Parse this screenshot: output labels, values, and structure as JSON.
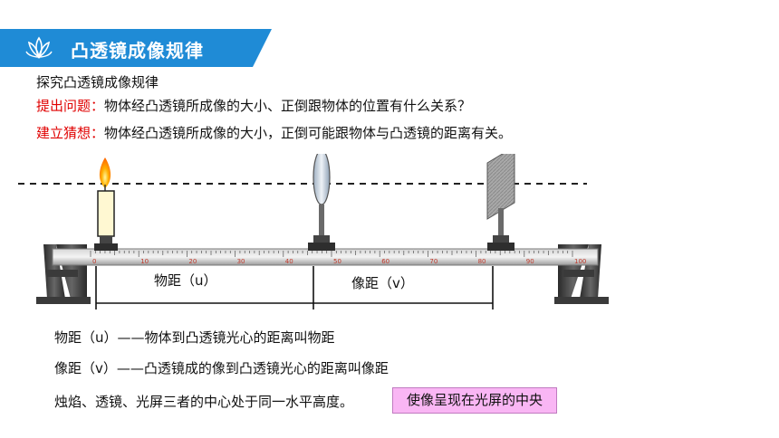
{
  "header": {
    "title": "凸透镜成像规律"
  },
  "intro": "探究凸透镜成像规律",
  "question": {
    "label": "提出问题：",
    "text": "物体经凸透镜所成像的大小、正倒跟物体的位置有什么关系？"
  },
  "hypothesis": {
    "label": "建立猜想：",
    "text": "物体经凸透镜所成像的大小，正倒可能跟物体与凸透镜的距离有关。"
  },
  "diagram": {
    "ruler_ticks": [
      "0",
      "10",
      "20",
      "30",
      "40",
      "50",
      "60",
      "70",
      "80",
      "90",
      "100"
    ],
    "object_distance_label": "物距（u）",
    "image_distance_label": "像距（v）"
  },
  "definitions": [
    "物距（u）——物体到凸透镜光心的距离叫物距",
    "像距（v）——凸透镜成的像到凸透镜光心的距离叫像距"
  ],
  "condition": "烛焰、透镜、光屏三者的中心处于同一水平高度。",
  "note": "使像呈现在光屏的中央",
  "colors": {
    "banner": "#1f8bd6",
    "highlight": "#f9b6f4",
    "keyword": "#e00000"
  }
}
